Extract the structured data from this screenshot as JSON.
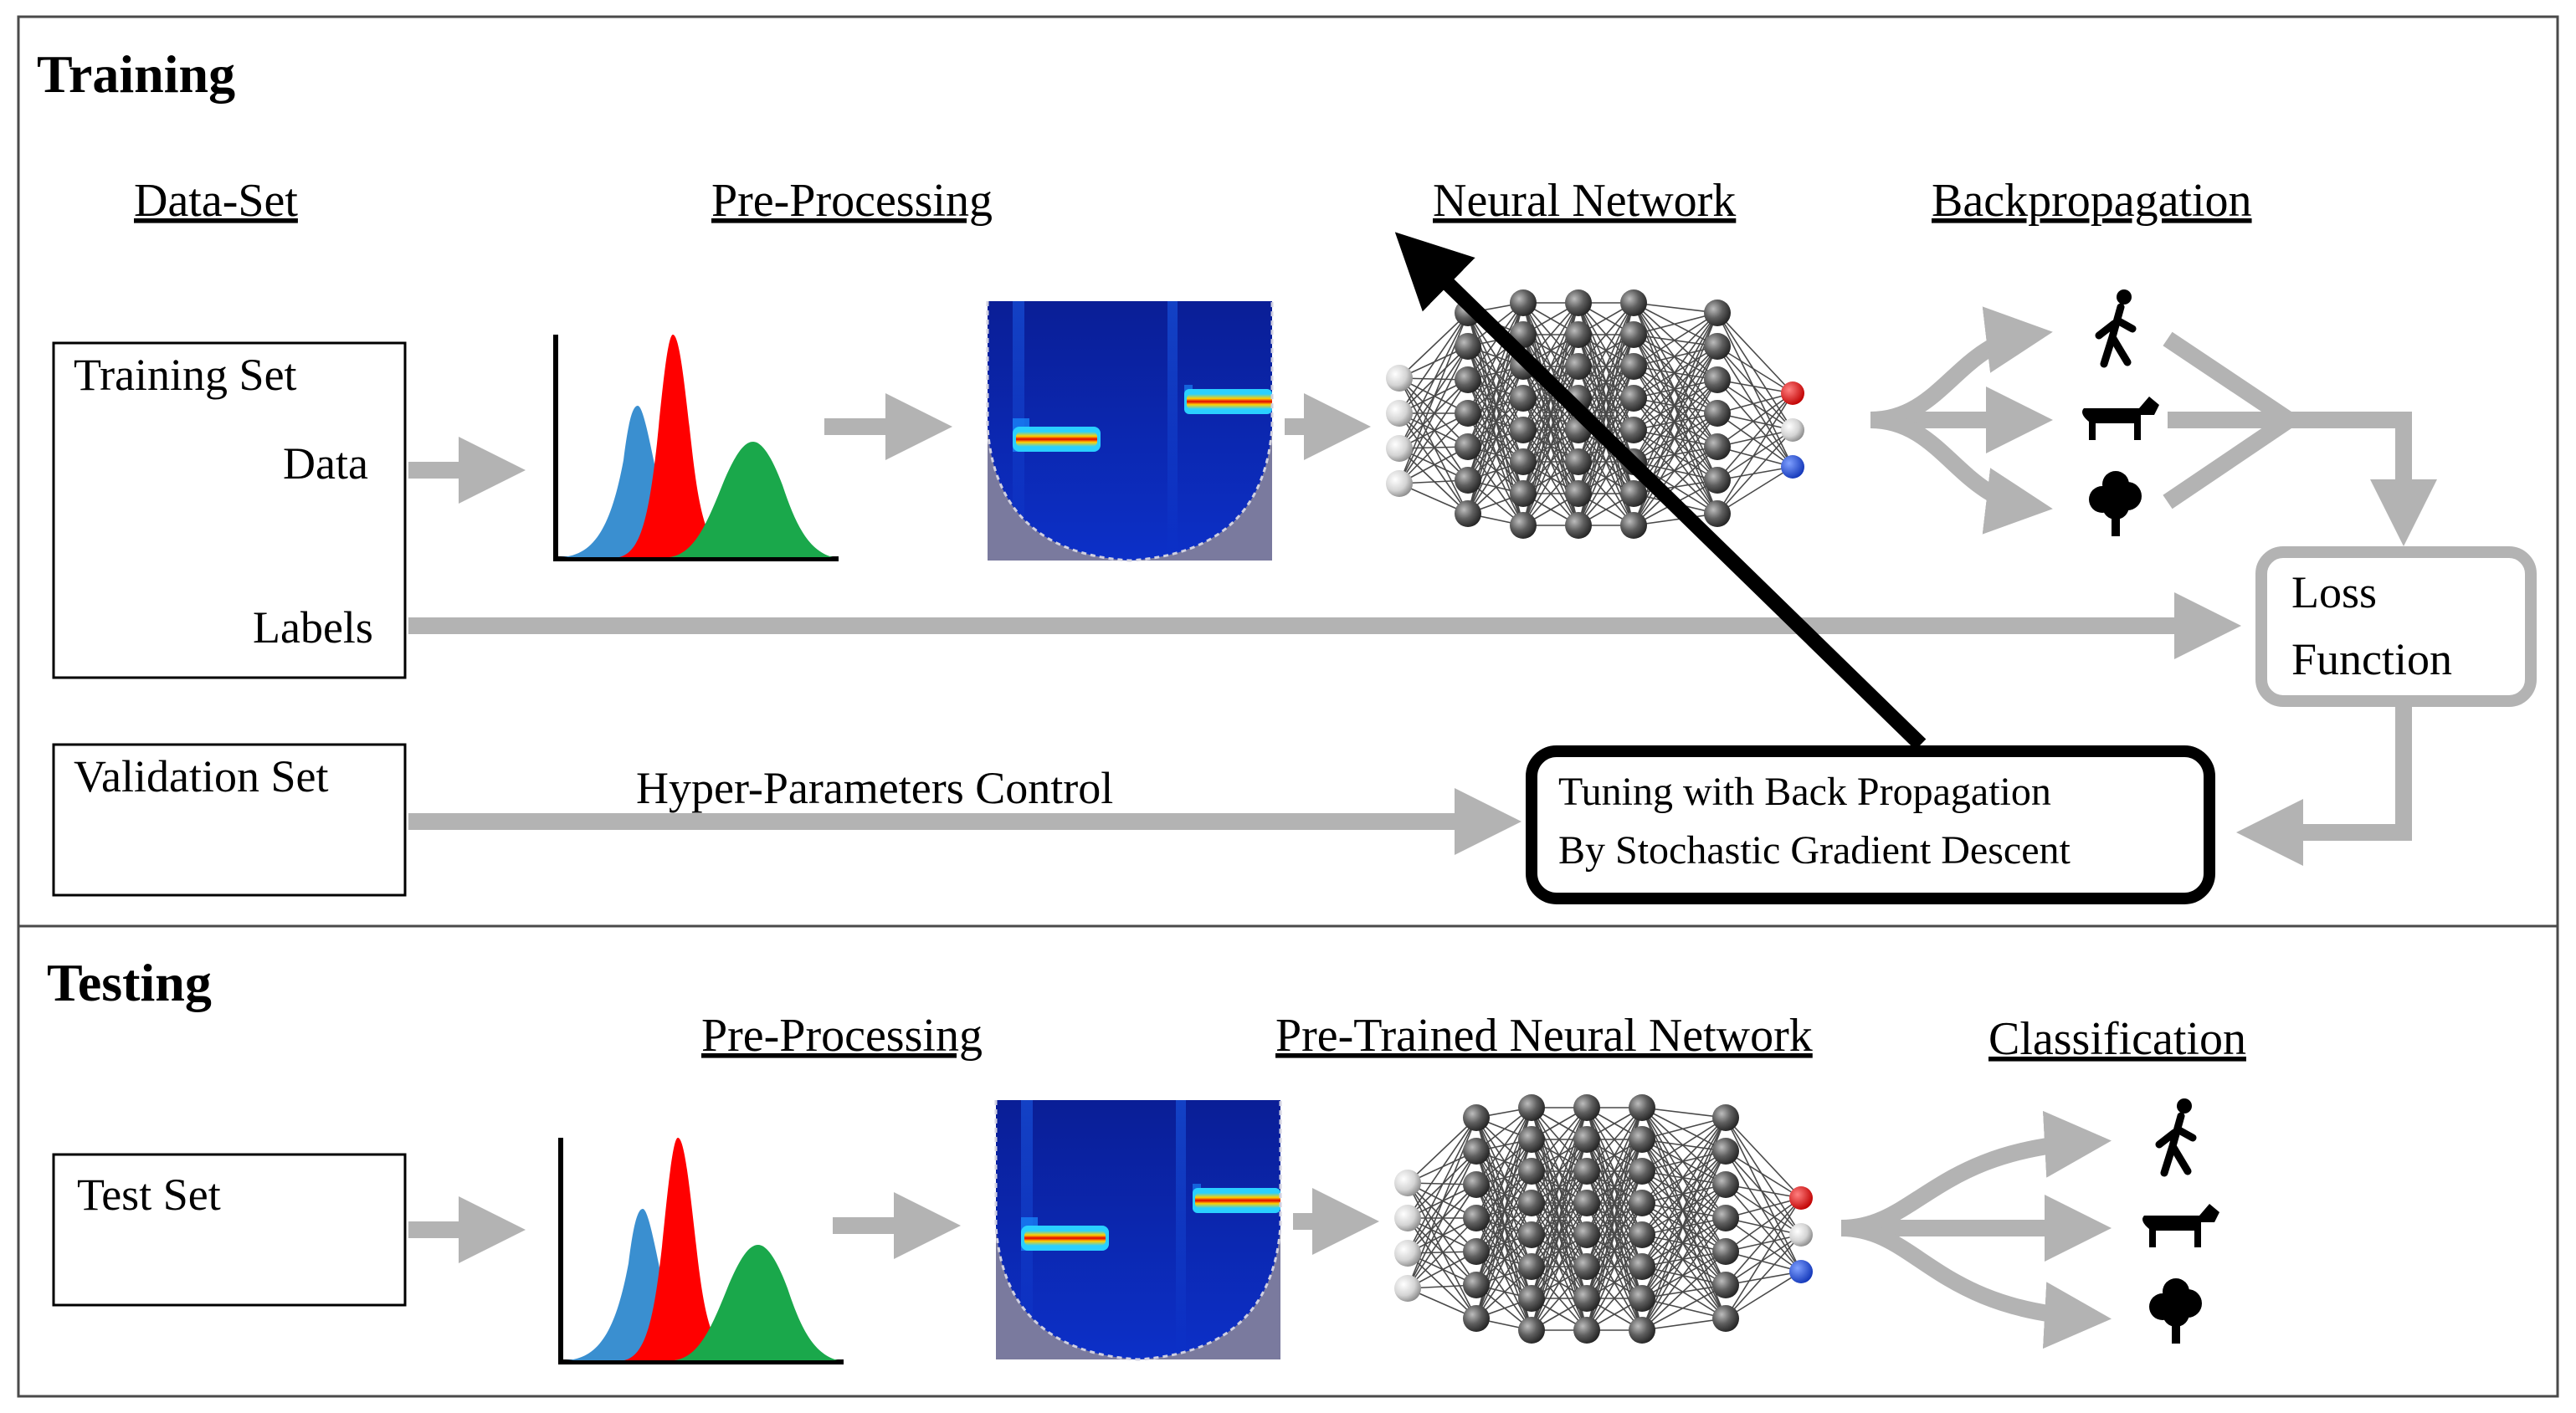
{
  "training": {
    "title": "Training",
    "headers": {
      "dataset": "Data-Set",
      "preprocessing": "Pre-Processing",
      "network": "Neural Network",
      "backprop": "Backpropagation"
    },
    "training_set": {
      "title": "Training Set",
      "data": "Data",
      "labels": "Labels"
    },
    "validation_set": "Validation Set",
    "hyper": "Hyper-Parameters Control",
    "loss": {
      "line1": "Loss",
      "line2": "Function"
    },
    "tuning": {
      "line1": "Tuning with Back Propagation",
      "line2": "By Stochastic Gradient Descent"
    },
    "outputs": [
      "walking-person-icon",
      "dog-icon",
      "tree-icon"
    ]
  },
  "testing": {
    "title": "Testing",
    "headers": {
      "preprocessing": "Pre-Processing",
      "network": "Pre-Trained Neural Network",
      "classification": "Classification"
    },
    "test_set": "Test Set",
    "outputs": [
      "walking-person-icon",
      "dog-icon",
      "tree-icon"
    ]
  },
  "colors": {
    "arrow": "#b3b3b3",
    "dist_blue": "#3a8fd0",
    "dist_red": "#ff0000",
    "dist_green": "#1aa84b",
    "spectrogram_bg": "#0a24b0",
    "node": "#5a5a5a",
    "out_red": "#e60000",
    "out_blue": "#1f4fd8"
  }
}
